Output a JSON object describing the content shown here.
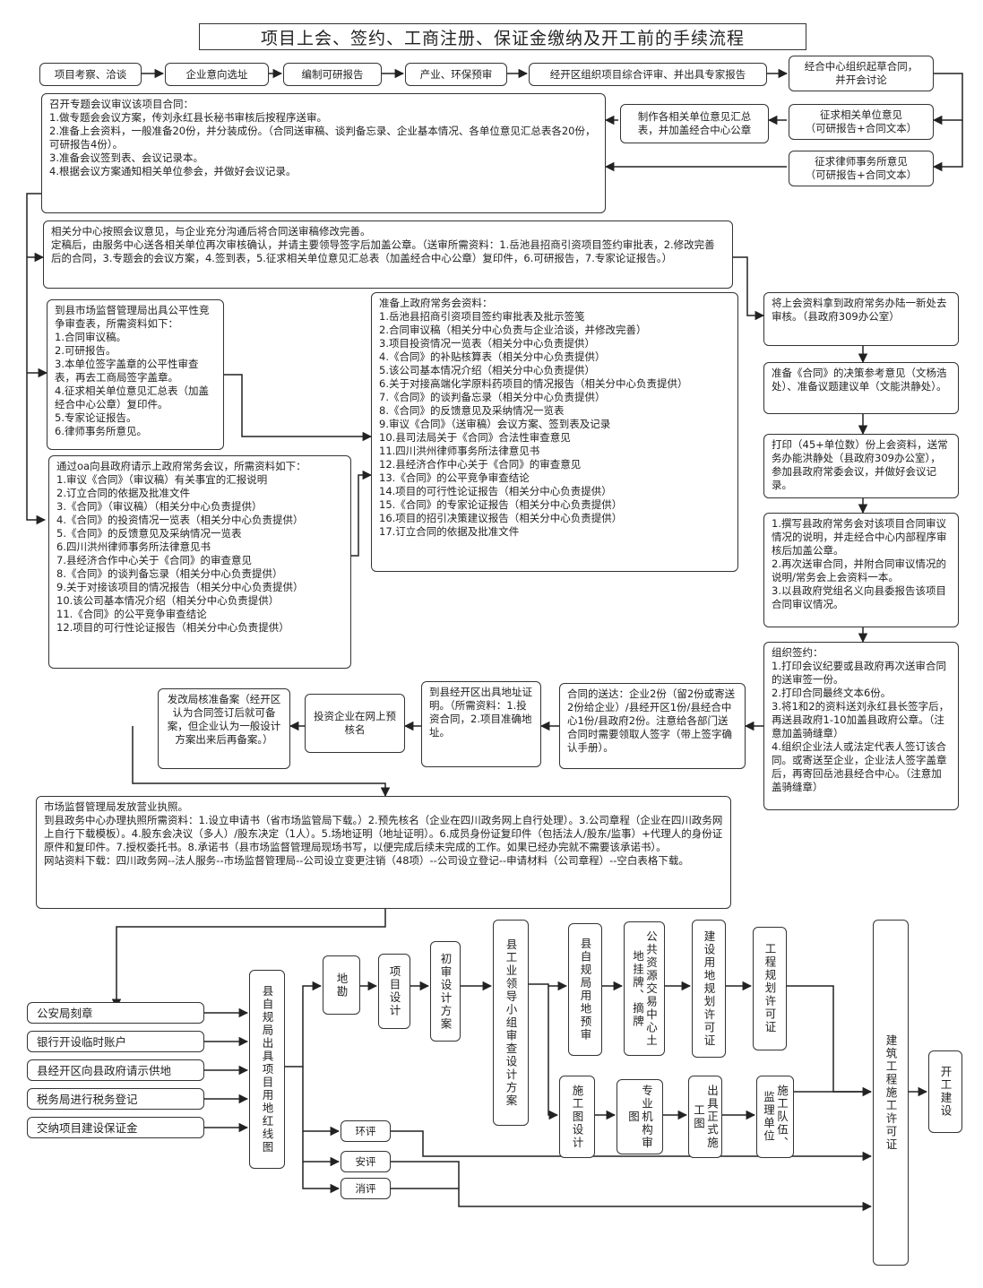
{
  "title": "项目上会、签约、工商注册、保证金缴纳及开工前的手续流程",
  "row1": {
    "s1": "项目考察、洽谈",
    "s2": "企业意向选址",
    "s3": "编制可研报告",
    "s4": "产业、环保预审",
    "s5": "经开区组织项目综合评审、并出具专家报告",
    "s6": "经合中心组织起草合同，\n并开会讨论"
  },
  "right_col": {
    "solicit_units": "征求相关单位意见\n（可研报告+合同文本）",
    "solicit_lawyer": "征求律师事务所意见\n（可研报告+合同文本）",
    "summary": "制作各相关单位意见汇总\n表，并加盖经合中心公章"
  },
  "meeting": "召开专题会议审议该项目合同：\n1.做专题会会议方案，传刘永红县长秘书审核后按程序送审。\n2.准备上会资料，一般准备20份，并分装成份。（合同送审稿、谈判备忘录、企业基本情况、各单位意见汇总表各20份，可研报告4份）。\n3.准备会议签到表、会议记录本。\n4.根据会议方案通知相关单位参会，并做好会议记录。",
  "revise": "相关分中心按照会议意见，与企业充分沟通后将合同送审稿修改完善。\n定稿后，由服务中心送各相关单位再次审核确认，并请主要领导签字后加盖公章。（送审所需资料：1.岳池县招商引资项目签约审批表，2.修改完善后的合同，3.专题会的会议方案，4.签到表，5.征求相关单位意见汇总表（加盖经合中心公章）复印件，6.可研报告，7.专家论证报告。）",
  "fairness": "到县市场监督管理局出具公平性竞争审查表，所需资料如下：\n1.合同审议稿。\n2.可研报告。\n3.本单位签字盖章的公平性审查表，再去工商局签字盖章。\n4.征求相关单位意见汇总表（加盖经合中心公章）复印件。\n5.专家论证报告。\n6.律师事务所意见。",
  "oa": "通过oa向县政府请示上政府常务会议，所需资料如下：\n1.审议《合同》（审议稿）有关事宜的汇报说明\n2.订立合同的依据及批准文件\n3.《合同》（审议稿）（相关分中心负责提供）\n4.《合同》的投资情况一览表（相关分中心负责提供）\n5.《合同》的反馈意见及采纳情况一览表\n6.四川洪州律师事务所法律意见书\n7.县经济合作中心关于《合同》的审查意见\n8.《合同》的谈判备忘录（相关分中心负责提供）\n9.关于对接该项目的情况报告（相关分中心负责提供）\n10.该公司基本情况介绍（相关分中心负责提供）\n11.《合同》的公平竞争审查结论\n12.项目的可行性论证报告（相关分中心负责提供）",
  "prep": "准备上政府常务会资料：\n1.岳池县招商引资项目签约审批表及批示签笺\n2.合同审议稿（相关分中心负责与企业洽谈，并修改完善）\n3.项目投资情况一览表（相关分中心负责提供）\n4.《合同》的补贴核算表（相关分中心负责提供）\n5.该公司基本情况介绍（相关分中心负责提供）\n6.关于对接高端化学原料药项目的情况报告（相关分中心负责提供）\n7.《合同》的谈判备忘录（相关分中心负责提供）\n8.《合同》的反馈意见及采纳情况一览表\n9.审议《合同》（送审稿）会议方案、签到表及记录\n10.县司法局关于《合同》合法性审查意见\n11.四川洪州律师事务所法律意见书\n12.县经济合作中心关于《合同》的审查意见\n13.《合同》的公平竞争审查结论\n14.项目的可行性论证报告（相关分中心负责提供）\n15.《合同》的专家论证报告（相关分中心负责提供）\n16.项目的招引决策建议报告（相关分中心负责提供）\n17.订立合同的依据及批准文件",
  "right_steps": {
    "r1": "将上会资料拿到政府常务办陆一新处去审核。（县政府309办公室）",
    "r2": "准备《合同》的决策参考意见（文杨浩处）、准备议题建议单（文能洪静处）。",
    "r3": "打印（45+单位数）份上会资料，送常务办能洪静处（县政府309办公室），参加县政府常委会议，并做好会议记录。",
    "r4": "1.撰写县政府常务会对该项目合同审议情况的说明，并走经合中心内部程序审核后加盖公章。\n2.再次送审合同，并附合同审议情况的说明/常务会上会资料一本。\n3.以县政府党组名义向县委报告该项目合同审议情况。",
    "r5": "组织签约：\n1.打印会议纪要或县政府再次送审合同的送审签一份。\n2.打印合同最终文本6份。\n3.将1和2的资料送刘永红县长签字后，再送县政府1-10加盖县政府公章。（注意加盖骑缝章）\n4.组织企业法人或法定代表人签订该合同。或寄送至企业，企业法人签字盖章后，再寄回岳池县经合中心。（注意加盖骑缝章）"
  },
  "mid_row": {
    "send": "合同的送达：企业2份（留2份或寄送2份给企业）/县经开区1份/县经合中心1份/县政府2份。注意给各部门送合同时需要领取人签字（带上签字确认手册）。",
    "addr": "到县经开区出具地址证明。（所需资料：1.投资合同，2.项目准确地址。",
    "name": "投资企业在网上预核名",
    "dev": "发改局核准备案（经开区认为合同签订后就可备案，但企业认为一般设计方案出来后再备案。）"
  },
  "license": "市场监督管理局发放营业执照。\n到县政务中心办理执照所需资料：1.设立申请书（省市场监管局下载。）2.预先核名（企业在四川政务网上自行处理）。3.公司章程（企业在四川政务网上自行下载模板）。4.股东会决议（多人）/股东决定（1人）。5.场地证明（地址证明）。6.成员身份证复印件（包括法人/股东/监事）+代理人的身份证原件和复印件。7.授权委托书。8.承诺书（县市场监督管理局现场书写，以便完成后续未完成的工作。如果已经办完就不需要该承诺书）。\n网站资料下载：四川政务网--法人服务--市场监督管理局--公司设立变更注销（48项）--公司设立登记--申请材料（公司章程）--空白表格下载。",
  "left_items": [
    "公安局刻章",
    "银行开设临时账户",
    "县经开区向县政府请示供地",
    "税务局进行税务登记",
    "交纳项目建设保证金"
  ],
  "bottom": {
    "redline": "县自规局出具项目用地红线图",
    "survey": "地勘",
    "design": "项目设计",
    "prelim": "初审设计方案",
    "leader": "县工业领导小组审查设计方案",
    "prejudge": "县自规局用地预审",
    "trade": "公共资源交易中心土地挂牌、摘牌",
    "landpermit": "建设用地规划许可证",
    "projpermit": "工程规划许可证",
    "drawings": "施工图设计",
    "review": "专业机构审图",
    "official": "出具正式施工图",
    "team": "施工队伍、监理单位",
    "buildpermit": "建筑工程施工许可证",
    "start": "开工建设",
    "env": "环评",
    "safety": "安评",
    "fire": "消评"
  }
}
